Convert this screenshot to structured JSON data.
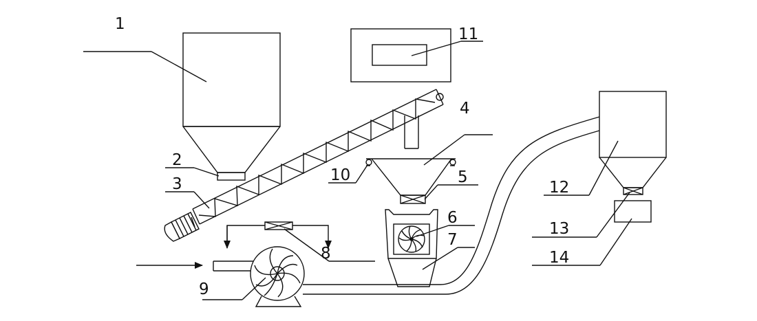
{
  "colors": {
    "line": "#111111",
    "background": "#ffffff"
  },
  "labels": {
    "l1": "1",
    "l2": "2",
    "l3": "3",
    "l4": "4",
    "l5": "5",
    "l6": "6",
    "l7": "7",
    "l8": "8",
    "l9": "9",
    "l10": "10",
    "l11": "11",
    "l12": "12",
    "l13": "13",
    "l14": "14"
  }
}
